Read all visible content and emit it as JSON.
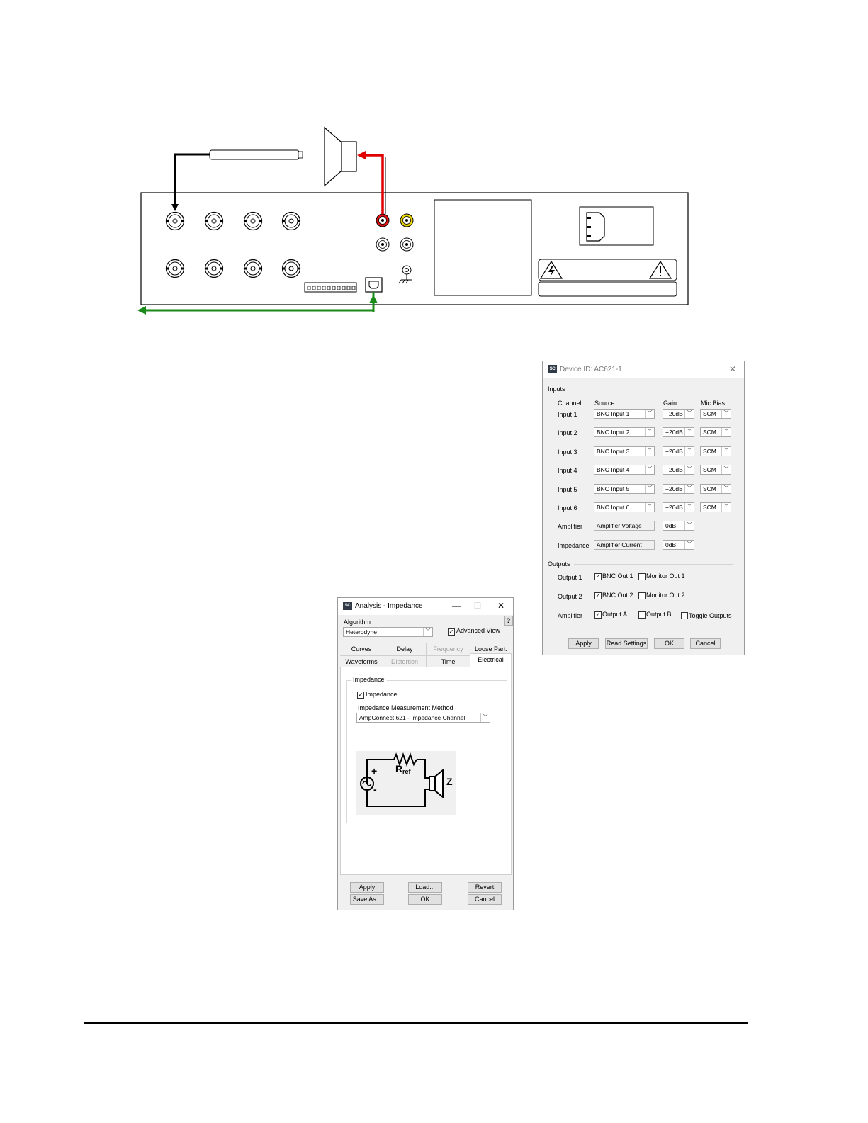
{
  "panel": {
    "colors": {
      "signal_out": "#e00000",
      "signal_in": "#000000",
      "usb": "#1a8a1a",
      "rca_red": "#d11",
      "rca_yellow": "#e6d200"
    }
  },
  "device_dialog": {
    "title": "Device ID: AC621-1",
    "close_glyph": "✕",
    "inputs_label": "Inputs",
    "headers": {
      "channel": "Channel",
      "source": "Source",
      "gain": "Gain",
      "mic_bias": "Mic Bias"
    },
    "inputs": [
      {
        "channel": "Input 1",
        "source": "BNC Input 1",
        "gain": "+20dB",
        "bias": "SCM"
      },
      {
        "channel": "Input 2",
        "source": "BNC Input 2",
        "gain": "+20dB",
        "bias": "SCM"
      },
      {
        "channel": "Input 3",
        "source": "BNC Input 3",
        "gain": "+20dB",
        "bias": "SCM"
      },
      {
        "channel": "Input 4",
        "source": "BNC Input 4",
        "gain": "+20dB",
        "bias": "SCM"
      },
      {
        "channel": "Input 5",
        "source": "BNC Input 5",
        "gain": "+20dB",
        "bias": "SCM"
      },
      {
        "channel": "Input 6",
        "source": "BNC Input 6",
        "gain": "+20dB",
        "bias": "SCM"
      }
    ],
    "amplifier": {
      "label": "Amplifier",
      "source": "Amplifier Voltage",
      "gain": "0dB"
    },
    "impedance": {
      "label": "Impedance",
      "source": "Amplifier Current",
      "gain": "0dB"
    },
    "outputs_label": "Outputs",
    "outputs": [
      {
        "label": "Output 1",
        "a": "BNC Out 1",
        "a_checked": true,
        "b": "Monitor Out 1",
        "b_checked": false
      },
      {
        "label": "Output 2",
        "a": "BNC Out 2",
        "a_checked": true,
        "b": "Monitor Out 2",
        "b_checked": false
      },
      {
        "label": "Amplifier",
        "a": "Output A",
        "a_checked": true,
        "b": "Output B",
        "b_checked": false,
        "c": "Toggle Outputs",
        "c_checked": false
      }
    ],
    "buttons": {
      "apply": "Apply",
      "read": "Read Settings",
      "ok": "OK",
      "cancel": "Cancel"
    }
  },
  "analysis_dialog": {
    "title": "Analysis  - Impedance",
    "controls": {
      "minimize": "—",
      "maximize": "☐",
      "close": "✕"
    },
    "algorithm_label": "Algorithm",
    "algorithm_value": "Heterodyne",
    "advanced_view": "Advanced View",
    "advanced_checked": true,
    "help": "?",
    "tabs_row1": [
      {
        "label": "Curves",
        "disabled": false
      },
      {
        "label": "Delay",
        "disabled": false
      },
      {
        "label": "Frequency",
        "disabled": true
      },
      {
        "label": "Loose Part.",
        "disabled": false
      }
    ],
    "tabs_row2": [
      {
        "label": "Waveforms",
        "disabled": false
      },
      {
        "label": "Distortion",
        "disabled": true
      },
      {
        "label": "Time",
        "disabled": false
      },
      {
        "label": "Electrical",
        "disabled": false
      }
    ],
    "group_label": "Impedance",
    "impedance_checkbox": "Impedance",
    "impedance_checked": true,
    "method_label": "Impedance Measurement Method",
    "method_value": "AmpConnect 621 - Impedance Channel",
    "circuit": {
      "plus": "+",
      "minus": "-",
      "r": "R",
      "ref": "ref",
      "z": "Z"
    },
    "buttons": {
      "apply": "Apply",
      "load": "Load...",
      "revert": "Revert",
      "save_as": "Save As...",
      "ok": "OK",
      "cancel": "Cancel"
    }
  }
}
